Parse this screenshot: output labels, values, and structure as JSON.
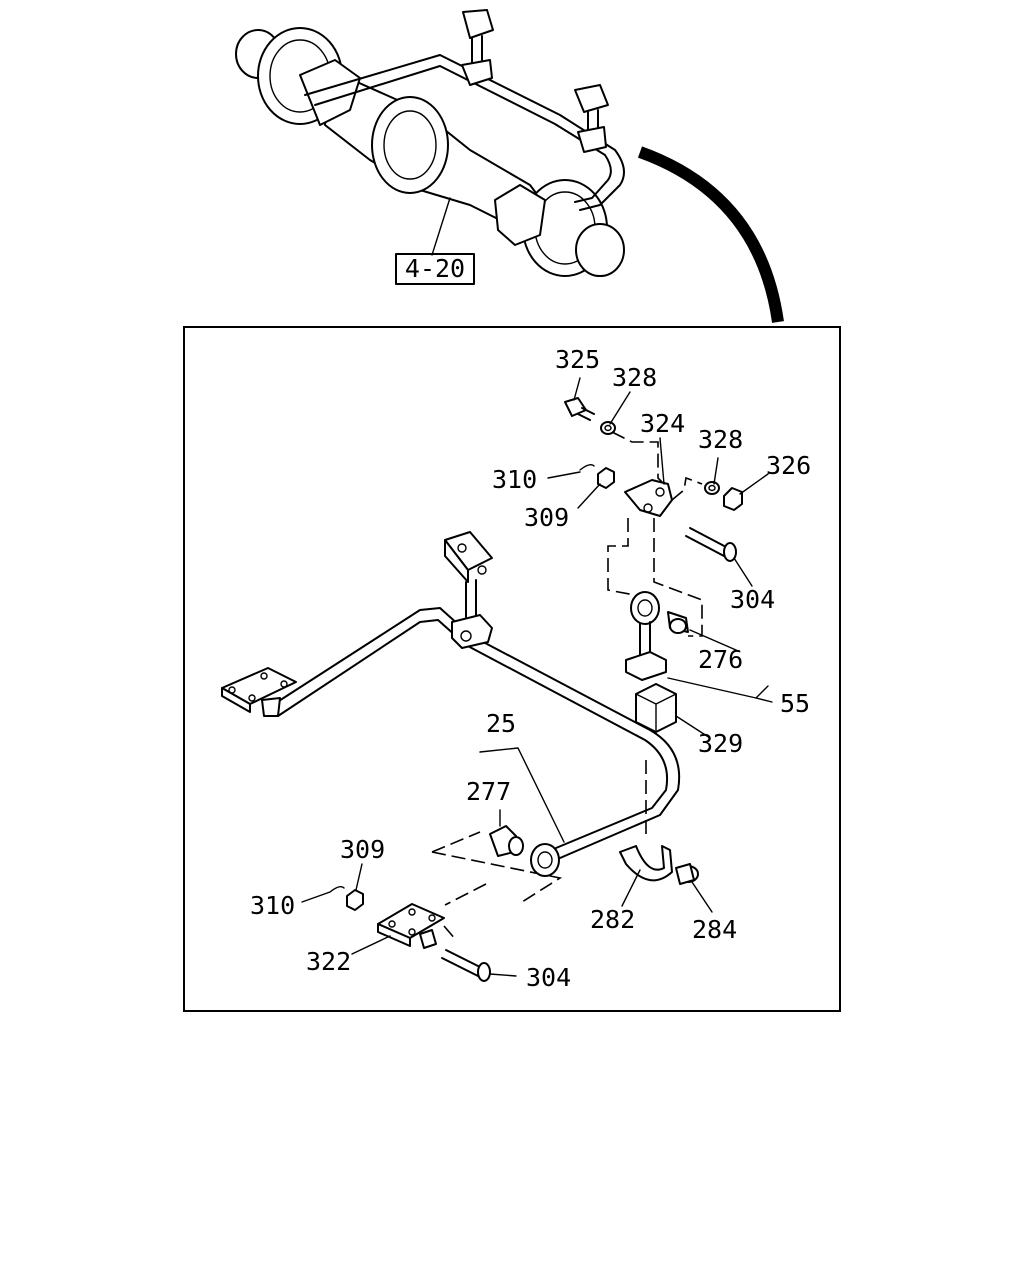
{
  "reference_label": "4-20",
  "callouts": [
    {
      "id": "c325",
      "text": "325"
    },
    {
      "id": "c328a",
      "text": "328"
    },
    {
      "id": "c324",
      "text": "324"
    },
    {
      "id": "c328b",
      "text": "328"
    },
    {
      "id": "c326",
      "text": "326"
    },
    {
      "id": "c310a",
      "text": "310"
    },
    {
      "id": "c309a",
      "text": "309"
    },
    {
      "id": "c304a",
      "text": "304"
    },
    {
      "id": "c276",
      "text": "276"
    },
    {
      "id": "c55",
      "text": "55"
    },
    {
      "id": "c329",
      "text": "329"
    },
    {
      "id": "c25",
      "text": "25"
    },
    {
      "id": "c277",
      "text": "277"
    },
    {
      "id": "c309b",
      "text": "309"
    },
    {
      "id": "c310b",
      "text": "310"
    },
    {
      "id": "c322",
      "text": "322"
    },
    {
      "id": "c282",
      "text": "282"
    },
    {
      "id": "c284",
      "text": "284"
    },
    {
      "id": "c304b",
      "text": "304"
    }
  ]
}
